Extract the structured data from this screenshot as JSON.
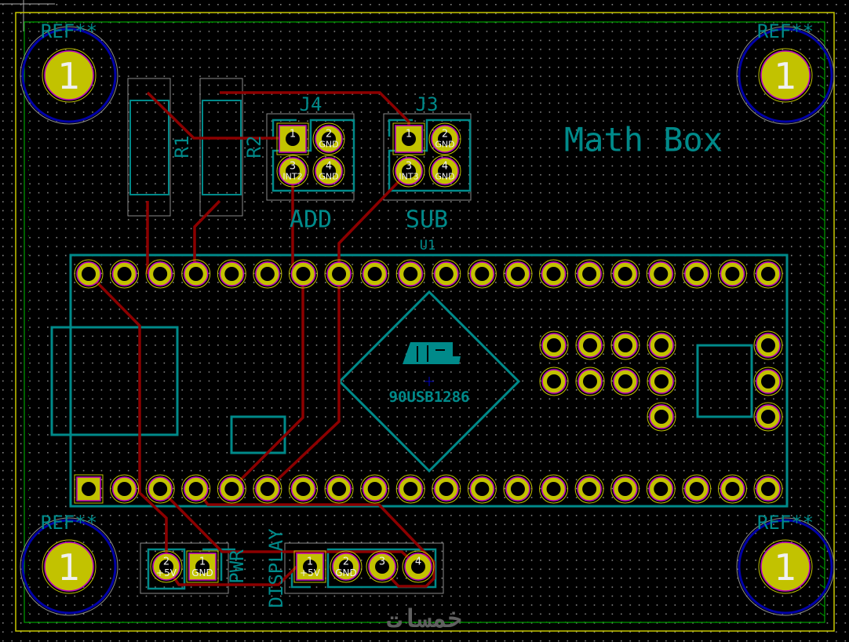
{
  "board": {
    "title": "Math Box",
    "colors": {
      "background": "#000000",
      "grid": "#848484",
      "silkscreen": "#008a8a",
      "pad": "#c2c200",
      "pad_edge": "#c000c0",
      "trace": "#8c0000",
      "keepout": "#0000a8",
      "edge_cuts": "#c8c800",
      "zone": "#00a000",
      "courtyard": "#8a8a8a"
    }
  },
  "mounting_holes": [
    {
      "ref": "REF**",
      "pad": "1"
    },
    {
      "ref": "REF**",
      "pad": "1"
    },
    {
      "ref": "REF**",
      "pad": "1"
    },
    {
      "ref": "REF**",
      "pad": "1"
    }
  ],
  "resistors": [
    {
      "ref": "R1"
    },
    {
      "ref": "R2"
    }
  ],
  "connectors": {
    "j4": {
      "ref": "J4",
      "value": "ADD",
      "pads": [
        {
          "num": "1",
          "name": ""
        },
        {
          "num": "2",
          "name": "GND"
        },
        {
          "num": "3",
          "name": "INT2"
        },
        {
          "num": "4",
          "name": "GND"
        }
      ]
    },
    "j3": {
      "ref": "J3",
      "value": "SUB",
      "pads": [
        {
          "num": "1",
          "name": ""
        },
        {
          "num": "2",
          "name": "GND"
        },
        {
          "num": "3",
          "name": "INT3"
        },
        {
          "num": "4",
          "name": "GND"
        }
      ]
    },
    "pwr": {
      "ref": "PWR",
      "pads": [
        {
          "num": "2",
          "name": "+5V"
        },
        {
          "num": "1",
          "name": "GND"
        }
      ]
    },
    "display": {
      "ref": "DISPLAY",
      "pads": [
        {
          "num": "1",
          "name": "+5V"
        },
        {
          "num": "2",
          "name": "GND"
        },
        {
          "num": "3",
          "name": ""
        },
        {
          "num": "4",
          "name": ""
        }
      ]
    }
  },
  "u1": {
    "ref": "U1",
    "chip_label": "90USB1286",
    "logo": "ATMEL",
    "pins_per_row": 20
  },
  "watermark": "خمسات"
}
